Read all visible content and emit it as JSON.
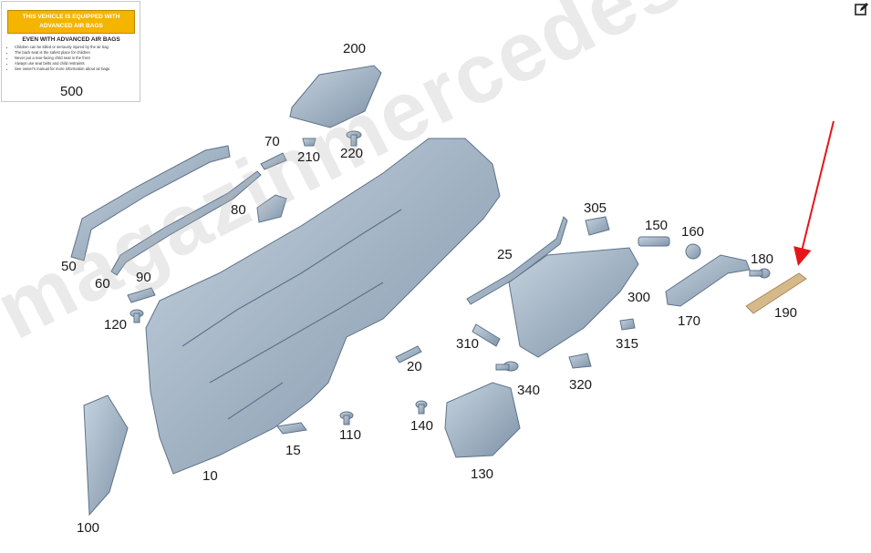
{
  "label_card": {
    "warning_text": "THIS VEHICLE IS EQUIPPED WITH ADVANCED AIR BAGS",
    "subtitle": "EVEN WITH ADVANCED AIR BAGS",
    "bullets": [
      "Children can be killed or seriously injured by the air bag",
      "The back seat is the safest place for children",
      "Never put a rear-facing child seat in the front",
      "Always use seat belts and child restraints",
      "See owner's manual for more information about air bags"
    ],
    "number": "500"
  },
  "callouts": [
    "200",
    "70",
    "210",
    "220",
    "50",
    "60",
    "80",
    "90",
    "120",
    "305",
    "150",
    "160",
    "25",
    "180",
    "300",
    "190",
    "170",
    "310",
    "315",
    "20",
    "340",
    "320",
    "140",
    "110",
    "15",
    "130",
    "10",
    "100"
  ],
  "watermark": "magazinmercedes.ru",
  "colors": {
    "part_fill": "#8fa3b8",
    "part_stroke": "#5e7389",
    "highlight": "#d6b98a",
    "arrow": "#e8141b",
    "warning": "#f4b400"
  },
  "icons": {
    "edit": "edit-icon"
  }
}
